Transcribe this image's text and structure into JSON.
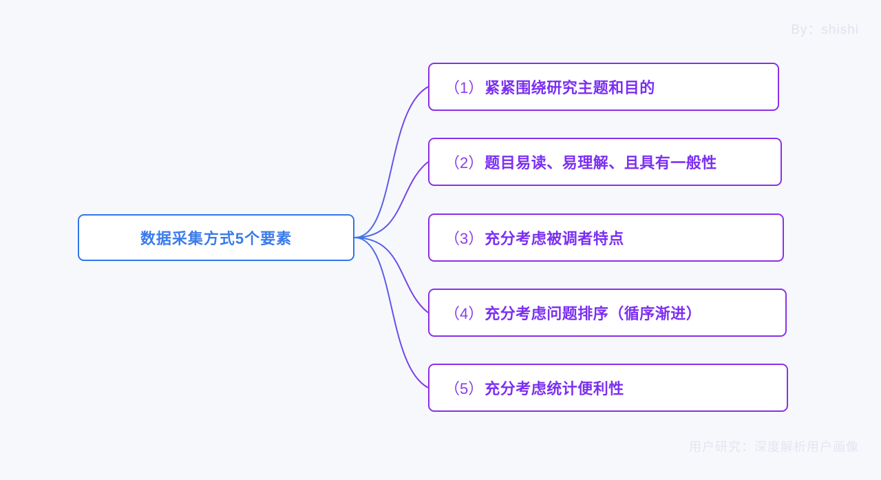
{
  "page": {
    "background_color": "#f7f8fc",
    "watermark_top": "By：shishi",
    "watermark_bottom": "用户研究：深度解析用户画像"
  },
  "mindmap": {
    "root": {
      "label": "数据采集方式5个要素",
      "text_color": "#3a7bea",
      "border_color": "#2f76e8"
    },
    "branch_color_start": "#3a7bea",
    "branch_color_end": "#8b2fe8",
    "children": [
      {
        "index": "（1）",
        "label": "紧紧围绕研究主题和目的",
        "text_color": "#7b2ff2",
        "border_color": "#8b2fe8"
      },
      {
        "index": "（2）",
        "label": "题目易读、易理解、且具有一般性",
        "text_color": "#7b2ff2",
        "border_color": "#8b2fe8"
      },
      {
        "index": "（3）",
        "label": "充分考虑被调者特点",
        "text_color": "#7b2ff2",
        "border_color": "#8b2fe8"
      },
      {
        "index": "（4）",
        "label": "充分考虑问题排序（循序渐进）",
        "text_color": "#7b2ff2",
        "border_color": "#8b2fe8"
      },
      {
        "index": "（5）",
        "label": "充分考虑统计便利性",
        "text_color": "#7b2ff2",
        "border_color": "#8b2fe8"
      }
    ]
  }
}
